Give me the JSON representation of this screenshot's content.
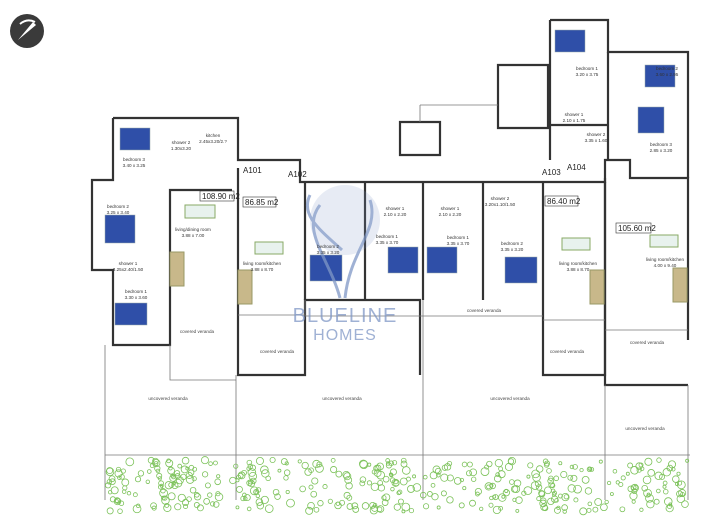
{
  "logo": {
    "icon": "compass-logo-icon"
  },
  "watermark": {
    "line1": "BLUELINE",
    "line2": "HOMES",
    "color": "#7f97c6"
  },
  "units": [
    {
      "id": "A101",
      "area": "108.90 m2"
    },
    {
      "id": "A102",
      "area": "86.85 m2"
    },
    {
      "id": "A103",
      "area": "86.40 m2"
    },
    {
      "id": "A104",
      "area": "105.60 m2"
    }
  ],
  "rooms": [
    {
      "name": "bedroom 3",
      "size": "3.40 x 3.25"
    },
    {
      "name": "shower 2",
      "size": "1.30x3.20"
    },
    {
      "name": "kitchen",
      "size": "2.45x3.20/2.?"
    },
    {
      "name": "bedroom 2",
      "size": "3.25 x 3.40"
    },
    {
      "name": "shower 1",
      "size": "3.25x2.40/1.50"
    },
    {
      "name": "bedroom 1",
      "size": "3.30 x 3.60"
    },
    {
      "name": "living/dining room",
      "size": "3.88 x 7.00"
    },
    {
      "name": "living room/kitchen",
      "size": "3.88 x 8.70"
    },
    {
      "name": "bedroom 2",
      "size": "3.35 x 3.20"
    },
    {
      "name": "bedroom 1",
      "size": "3.35 x 3.70"
    },
    {
      "name": "shower 1",
      "size": "2.10 x 2.20"
    },
    {
      "name": "shower 1",
      "size": "2.10 x 2.20"
    },
    {
      "name": "bedroom 1",
      "size": "3.35 x 3.70"
    },
    {
      "name": "shower 2",
      "size": "3.20x1.10/1.50"
    },
    {
      "name": "bedroom 2",
      "size": "3.35 x 3.20"
    },
    {
      "name": "living room/kitchen",
      "size": "3.88 x 8.70"
    },
    {
      "name": "living room/kitchen",
      "size": "4.00 x 9.40"
    },
    {
      "name": "bedroom 1",
      "size": "3.20 x 3.75"
    },
    {
      "name": "bedroom 2",
      "size": "3.60 x 2.95"
    },
    {
      "name": "shower 1",
      "size": "2.10 x 1.75"
    },
    {
      "name": "shower 2",
      "size": "3.35 x 1.60"
    },
    {
      "name": "bedroom 3",
      "size": "2.85 x 3.20"
    }
  ],
  "verandas": {
    "covered": "covered veranda",
    "uncovered": "uncovered veranda"
  },
  "colors": {
    "wall": "#333333",
    "bed": "#2f4fa8",
    "garden": "#7cc25a"
  }
}
